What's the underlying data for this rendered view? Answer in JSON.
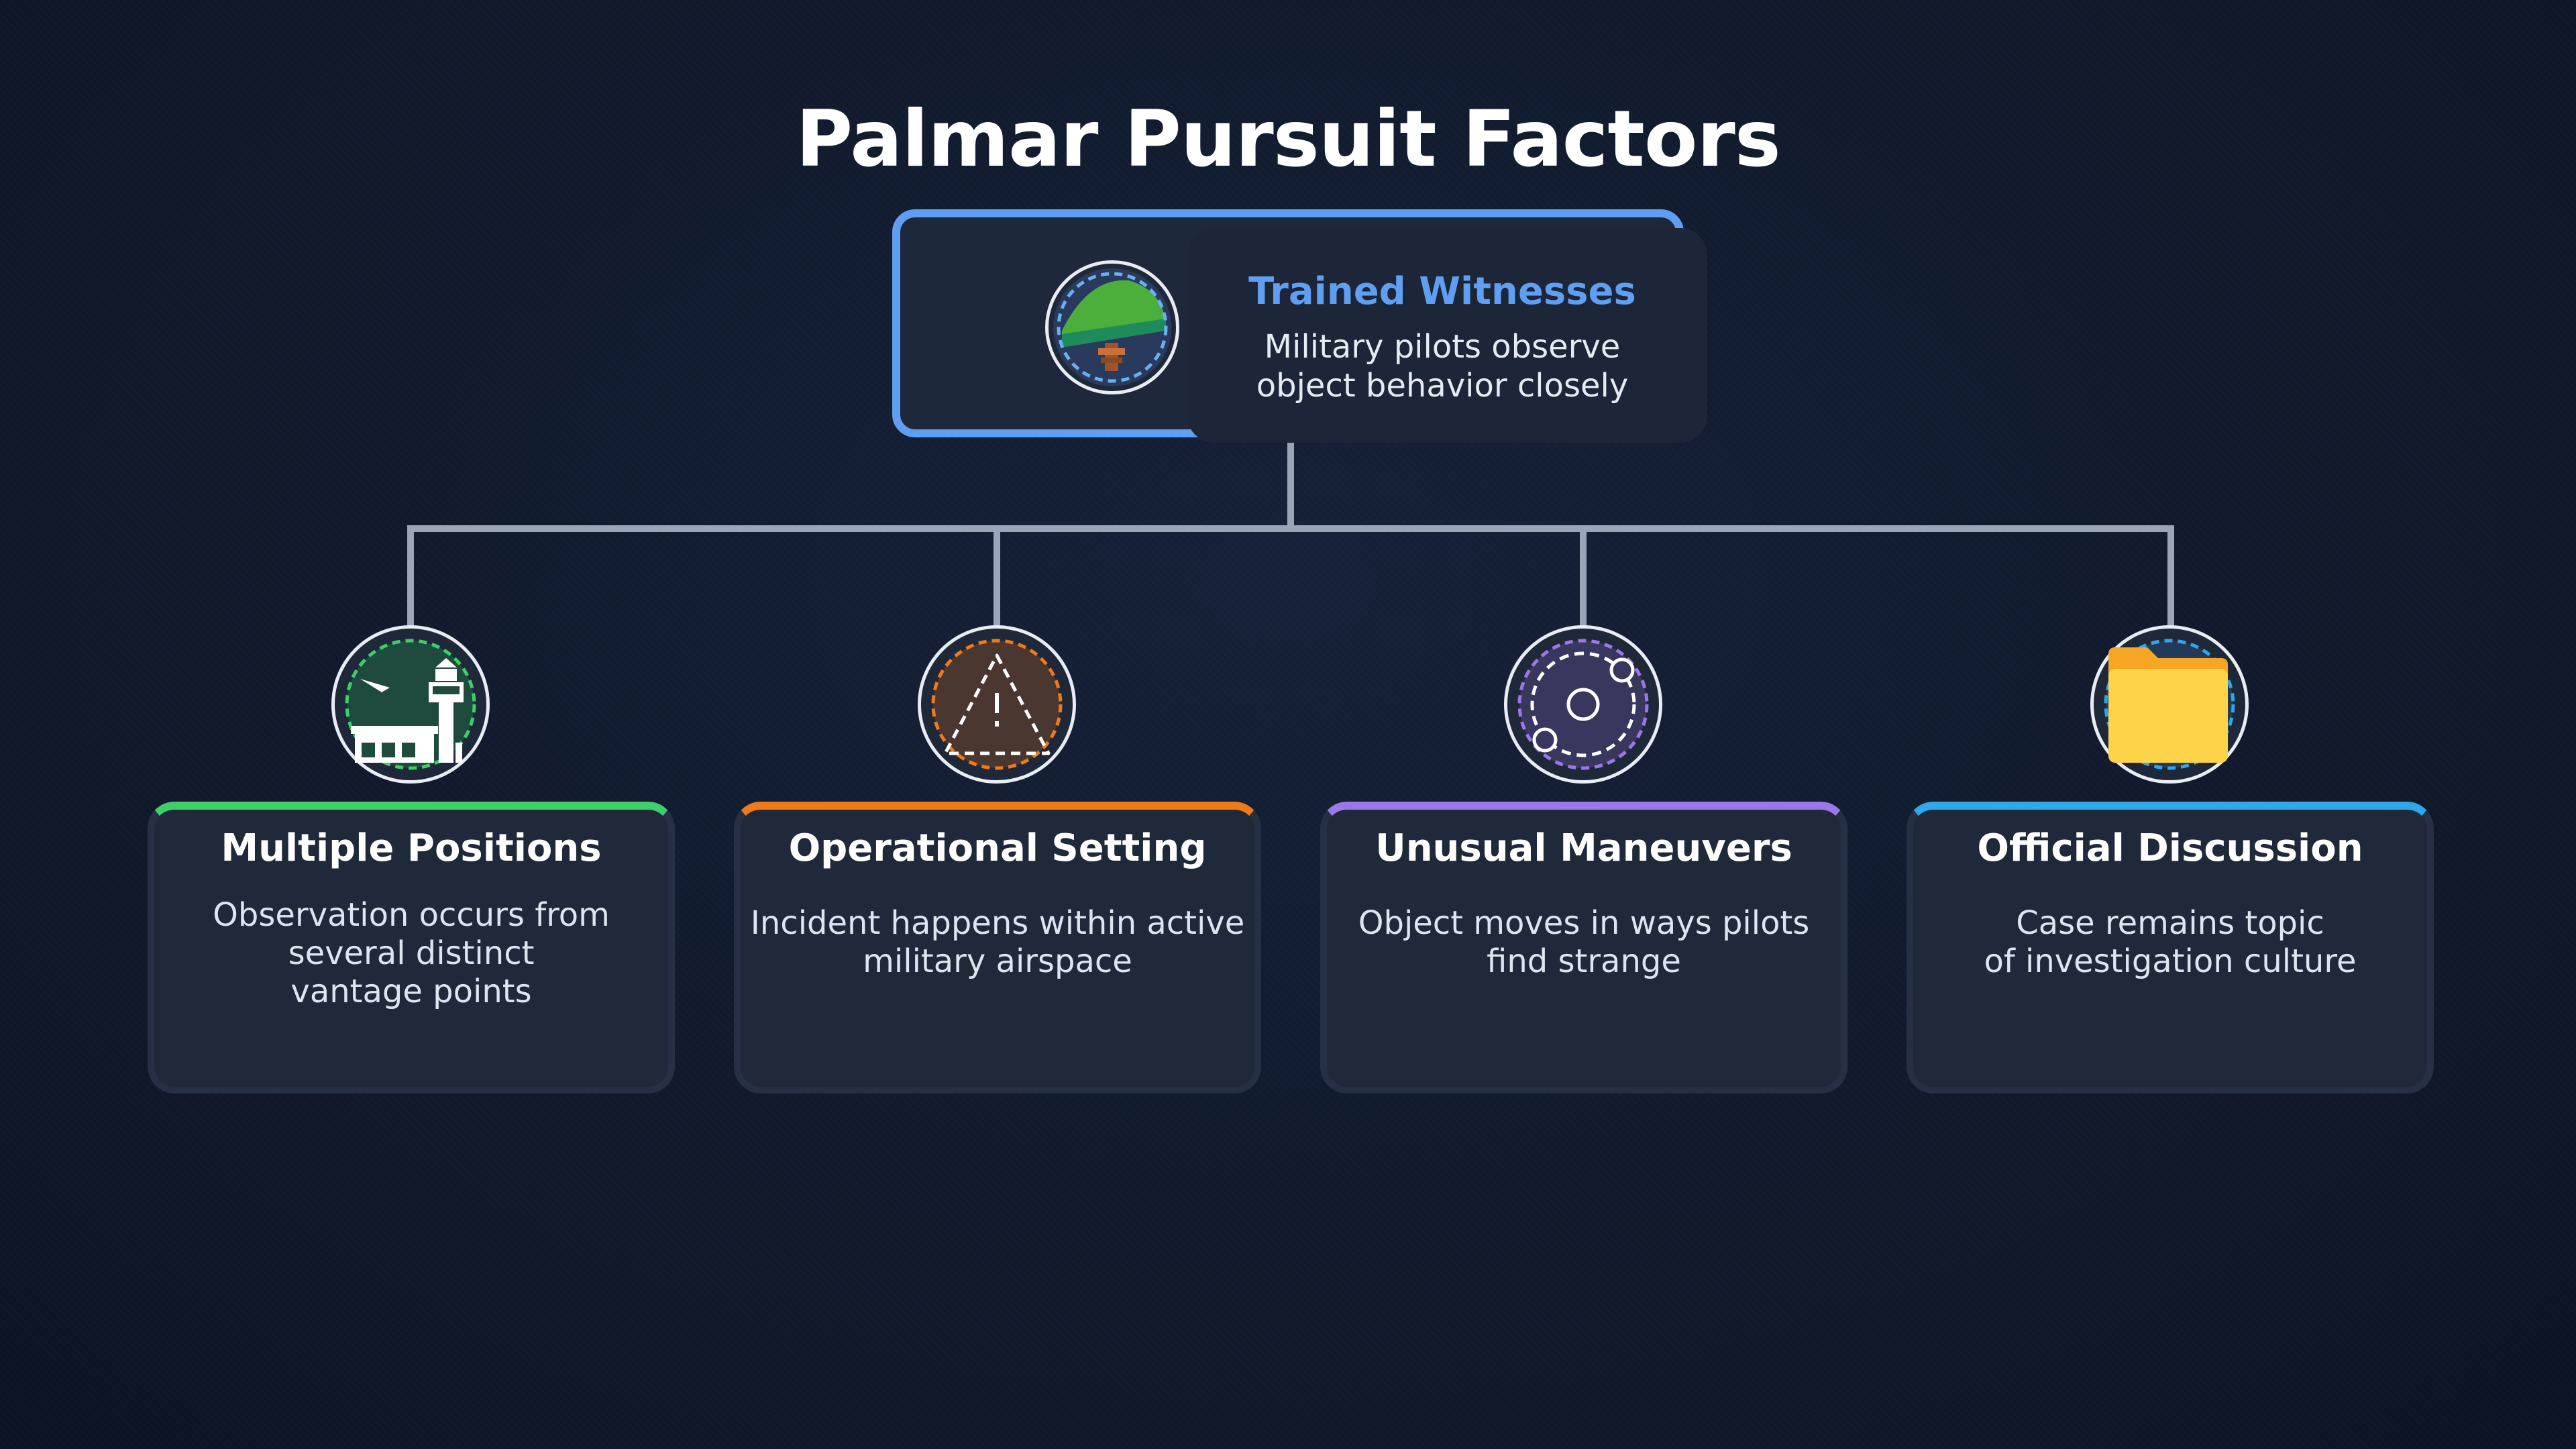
{
  "title": "Palmar Pursuit Factors",
  "root": {
    "title": "Trained Witnesses",
    "desc_lines": [
      "Military pilots observe",
      "object behavior closely"
    ],
    "accent": "#5f9ef0",
    "icon": "tree-landscape-icon"
  },
  "children": [
    {
      "title": "Multiple Positions",
      "desc_lines": [
        "Observation occurs from",
        "several distinct",
        "vantage points"
      ],
      "accent": "#3ecf6a",
      "icon": "airport-tower-icon"
    },
    {
      "title": "Operational Setting",
      "desc_lines": [
        "Incident happens within active",
        "military airspace"
      ],
      "accent": "#f07a1a",
      "icon": "warning-triangle-icon"
    },
    {
      "title": "Unusual Maneuvers",
      "desc_lines": [
        "Object moves in ways pilots",
        "find strange"
      ],
      "accent": "#9a78e6",
      "icon": "orbit-icon"
    },
    {
      "title": "Official Discussion",
      "desc_lines": [
        "Case remains topic",
        "of investigation culture"
      ],
      "accent": "#2fa7ea",
      "icon": "folder-icon"
    }
  ]
}
